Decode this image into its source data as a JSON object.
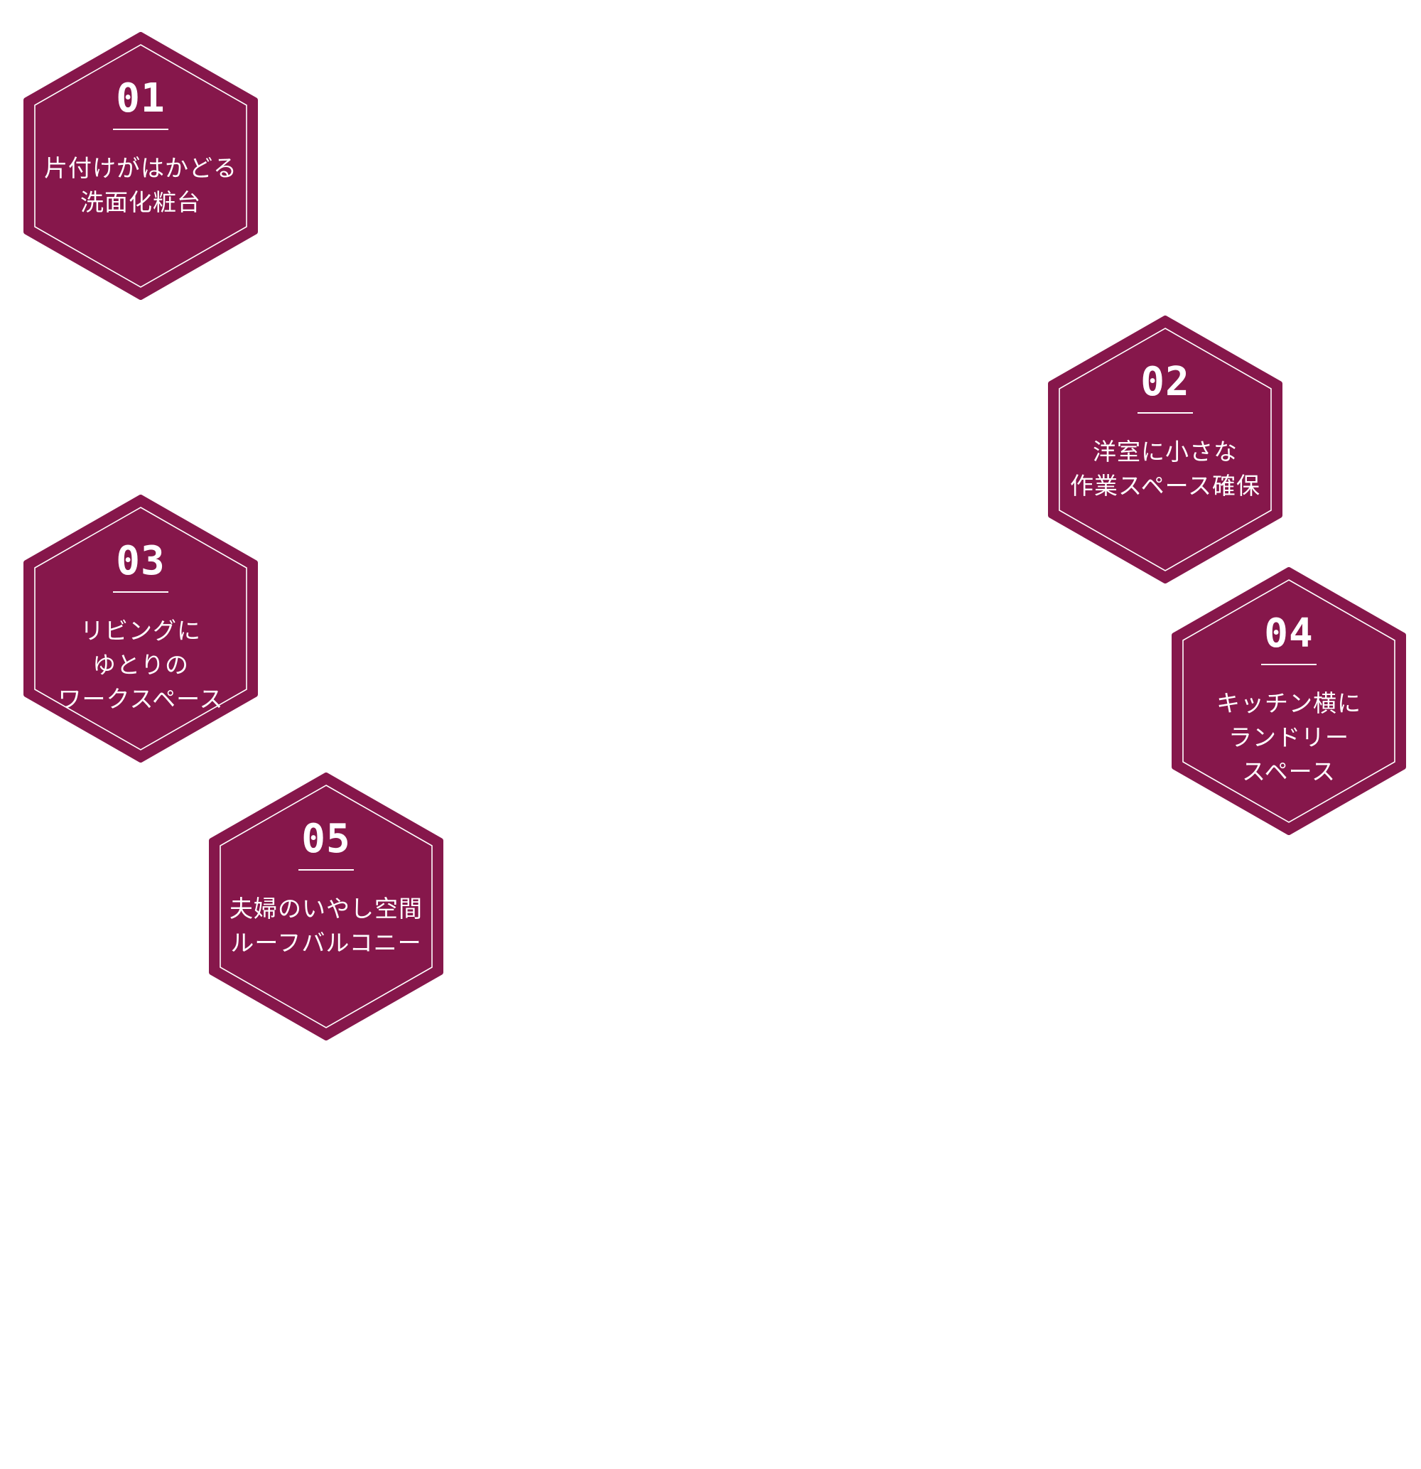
{
  "colors": {
    "hexagon_fill": "#86174B",
    "hexagon_border": "#ffffff",
    "text": "#ffffff",
    "background": "#ffffff"
  },
  "badges": [
    {
      "number": "01",
      "title": "片付けがはかどる\n洗面化粧台"
    },
    {
      "number": "02",
      "title": "洋室に小さな\n作業スペース確保"
    },
    {
      "number": "03",
      "title": "リビングに\nゆとりの\nワークスペース"
    },
    {
      "number": "04",
      "title": "キッチン横に\nランドリー\nスペース"
    },
    {
      "number": "05",
      "title": "夫婦のいやし空間\nルーフバルコニー"
    }
  ]
}
